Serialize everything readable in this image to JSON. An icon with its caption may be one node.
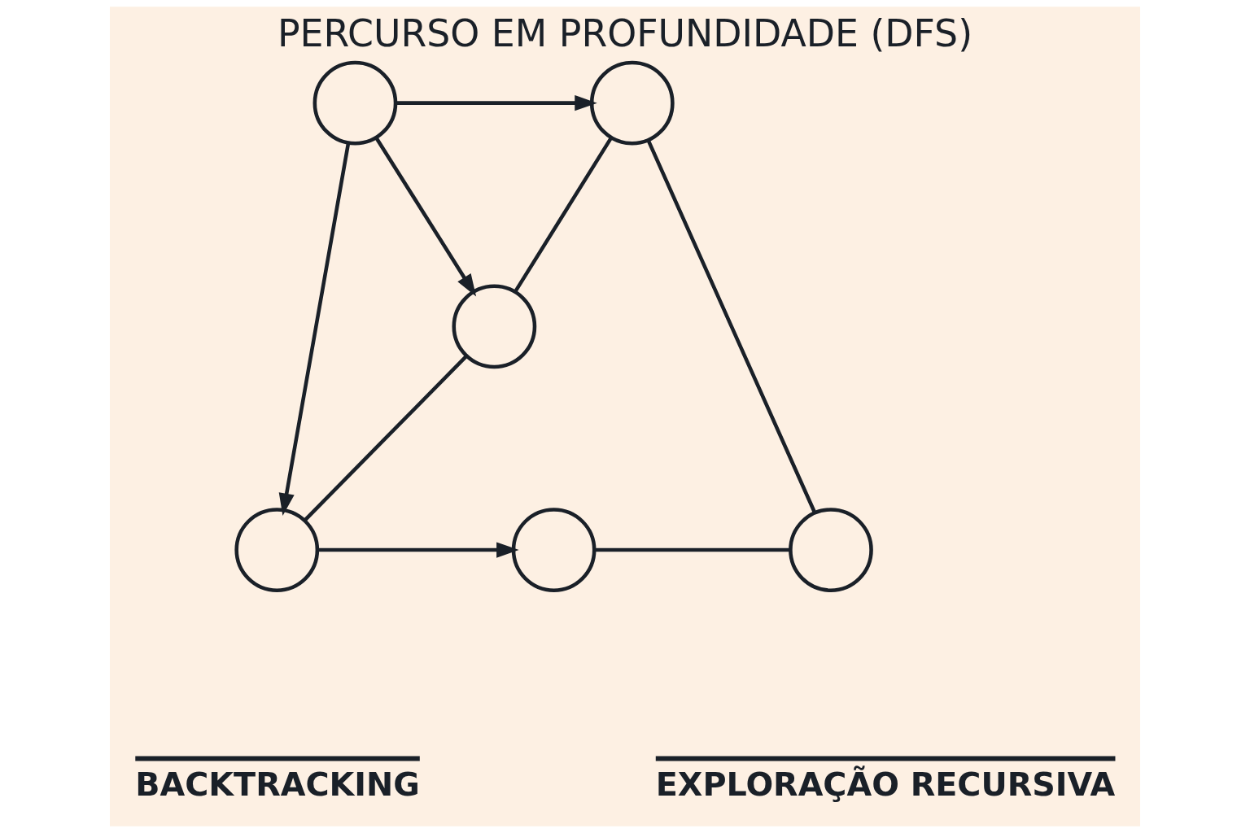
{
  "diagram": {
    "title": "PERCURSO EM PROFUNDIDADE (DFS)",
    "nodes": [
      {
        "text": [],
        "shape": "circle"
      },
      {
        "text": [],
        "shape": "circle"
      },
      {
        "text": [],
        "shape": "circle"
      },
      {
        "text": [],
        "shape": "circle"
      },
      {
        "text": [],
        "shape": "circle"
      },
      {
        "text": [],
        "shape": "circle"
      }
    ],
    "edges": [
      {
        "from": 0,
        "to": 1,
        "arrow": "to"
      },
      {
        "from": 0,
        "to": 2,
        "arrow": "to"
      },
      {
        "from": 0,
        "to": 3,
        "arrow": "to"
      },
      {
        "from": 2,
        "to": 1,
        "arrow": "none"
      },
      {
        "from": 1,
        "to": 5,
        "arrow": "none"
      },
      {
        "from": 3,
        "to": 2,
        "arrow": "none"
      },
      {
        "from": 3,
        "to": 4,
        "arrow": "to"
      },
      {
        "from": 4,
        "to": 5,
        "arrow": "none"
      }
    ],
    "legend": [
      {
        "text": "BACKTRACKING"
      },
      {
        "text": "EXPLORAÇÃO RECURSIVA"
      }
    ]
  }
}
